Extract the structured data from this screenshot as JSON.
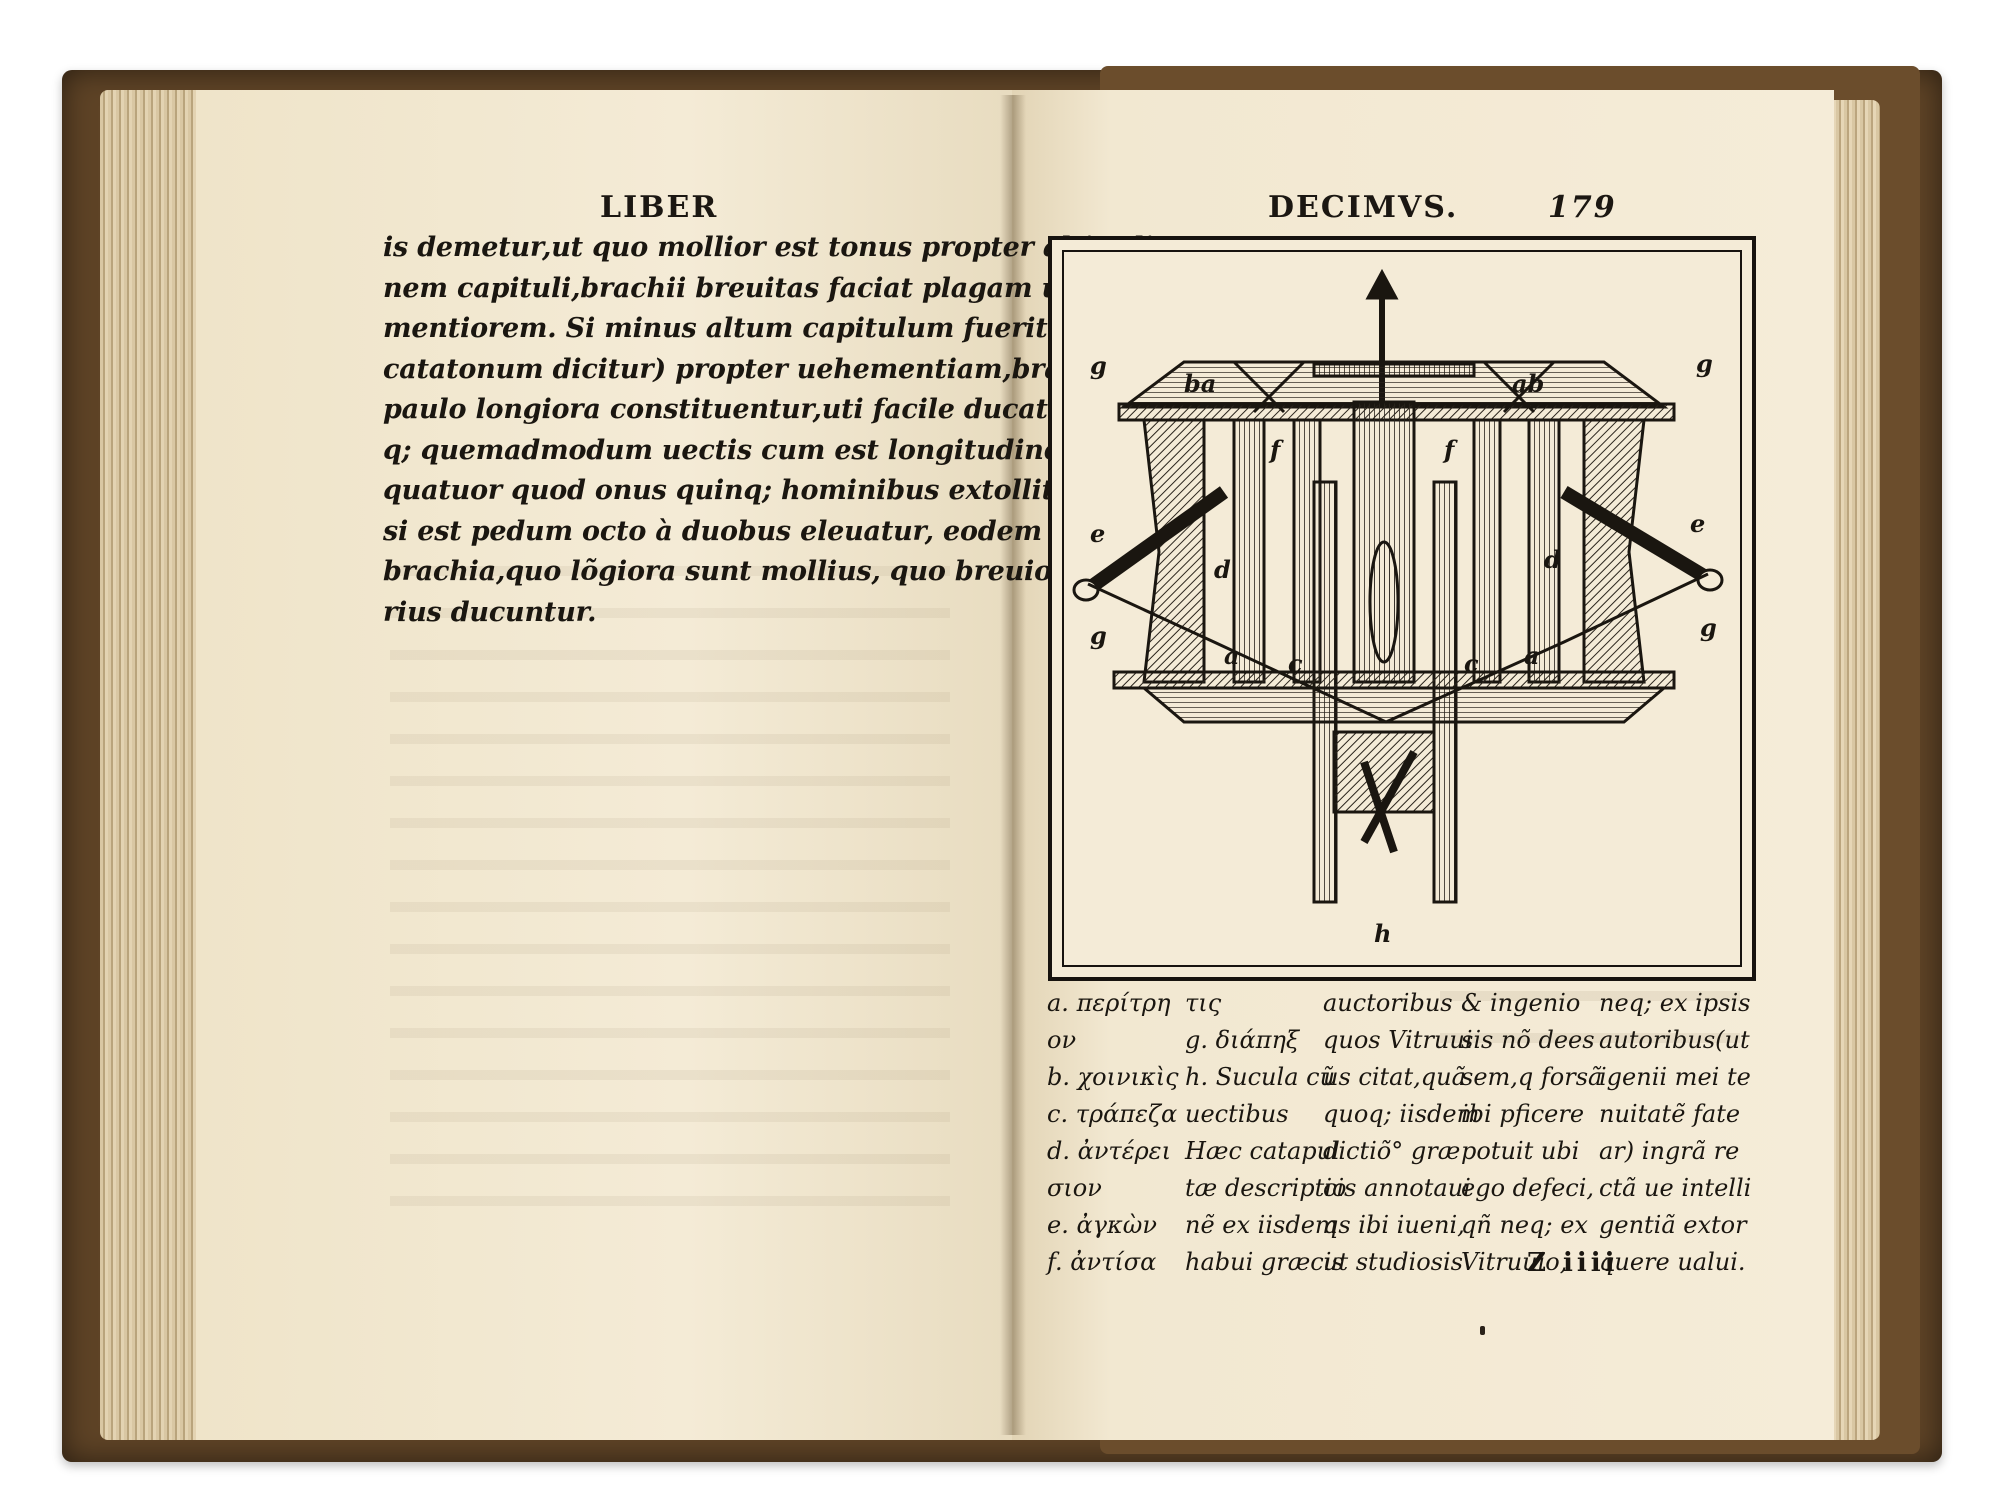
{
  "left_page": {
    "header": "LIBER",
    "text_lines": [
      "is demetur,ut quo mollior est tonus propter altitudi",
      "nem capituli,brachii breuitas faciat plagam uehe",
      "mentiorem. Si minus altum capitulum fuerit(quod",
      "catatonum dicitur) propter uehementiam,brachia",
      "paulo longiora constituentur,uti facile ducatur. Nã",
      "q; quemadmodum uectis cum est longitudine pedum",
      "quatuor quod onus quinq; hominibus extollitur,is",
      "si est pedum octo à duobus eleuatur, eodem modo",
      "brachia,quo lõgiora sunt mollius, quo breuiora du",
      "rius ducuntur."
    ]
  },
  "right_page": {
    "header": "DECIMVS.",
    "folio": "179",
    "signature": "Z iiii",
    "figure": {
      "labels": [
        "g",
        "ba",
        "ab",
        "g",
        "f",
        "f",
        "e",
        "e",
        "d",
        "d",
        "g",
        "g",
        "a",
        "c",
        "c",
        "a",
        "h"
      ]
    },
    "caption_columns": [
      [
        "a. περίτρη",
        "ον",
        "b. χοινικὶς",
        "c. τράπεζα",
        "d. ἀντέρει",
        "σιον",
        "e. ἀγκὼν",
        "f. ἀντίσα"
      ],
      [
        "τις",
        "g. διάπηξ",
        "h. Sucula cũ",
        "uectibus",
        "Hæc catapul",
        "tæ descriptio",
        "nẽ ex iisdem",
        "habui græcis"
      ],
      [
        "auctoribus",
        "quos Vitruui",
        "us citat,quã",
        "quoq; iisdem",
        "dictiõ° græ",
        "cis annotaui",
        "qs ibi iueni,",
        "ut studiosis"
      ],
      [
        "& ingenio",
        "sis nõ dees",
        "sem,q forsã",
        "ibi pficere",
        "potuit ubi",
        "ego defeci,",
        "qñ neq; ex",
        "Vitruuio,"
      ],
      [
        "neq; ex ipsis",
        "autoribus(ut",
        "igenii mei te",
        "nuitatẽ fate",
        "ar) ingrã re",
        "ctã ue intelli",
        "gentiã extor",
        "quere ualui."
      ]
    ]
  }
}
